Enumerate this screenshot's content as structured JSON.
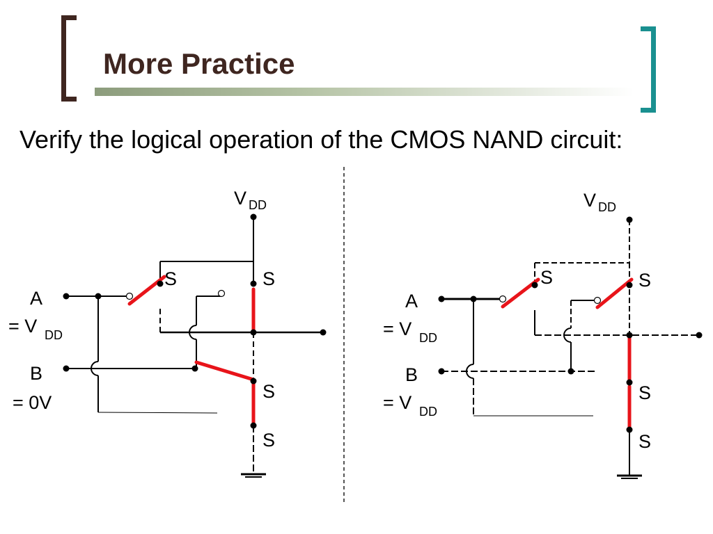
{
  "slide": {
    "title": "More Practice",
    "subtitle": "Verify the logical operation of the CMOS NAND circuit:"
  },
  "colors": {
    "title": "#3f2620",
    "bracket_left": "#3f2620",
    "bracket_right": "#1a9090",
    "switch_closed": "#e8141a",
    "wire": "#000000"
  },
  "left_circuit": {
    "vdd_label": "V",
    "vdd_sub": "DD",
    "input_a": {
      "name": "A",
      "value": "= V",
      "value_sub": "DD"
    },
    "input_b": {
      "name": "B",
      "value": "= 0V",
      "value_sub": ""
    },
    "terminal_labels": [
      "S",
      "S",
      "S",
      "S"
    ]
  },
  "right_circuit": {
    "vdd_label": "V",
    "vdd_sub": "DD",
    "input_a": {
      "name": "A",
      "value": "= V",
      "value_sub": "DD"
    },
    "input_b": {
      "name": "B",
      "value": "= V",
      "value_sub": "DD"
    },
    "terminal_labels": [
      "S",
      "S",
      "S",
      "S"
    ]
  }
}
